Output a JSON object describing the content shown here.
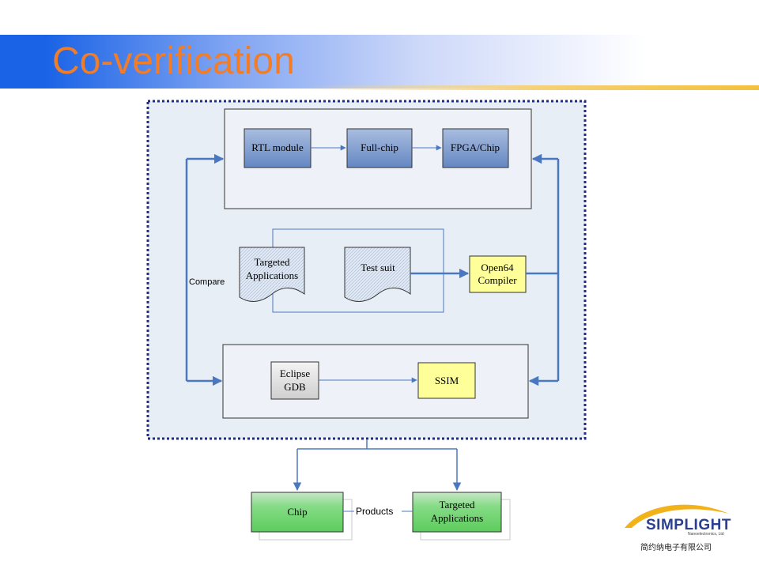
{
  "title": "Co-verification",
  "diagram": {
    "top_box": {
      "rtl_module": "RTL module",
      "full_chip": "Full-chip",
      "fpga_chip": "FPGA/Chip"
    },
    "middle": {
      "targeted_applications_line1": "Targeted",
      "targeted_applications_line2": "Applications",
      "test_suit": "Test suit",
      "open64_line1": "Open64",
      "open64_line2": "Compiler"
    },
    "bottom_box": {
      "eclipse_line1": "Eclipse",
      "eclipse_line2": "GDB",
      "ssim": "SSIM"
    },
    "compare_label": "Compare",
    "products": {
      "chip": "Chip",
      "products_label": "Products",
      "targeted_line1": "Targeted",
      "targeted_line2": "Applications"
    }
  },
  "logo": {
    "name": "SIMPLIGHT",
    "subtitle": "Nanoelectronics, Ltd",
    "chinese": "简约纳电子有限公司"
  },
  "colors": {
    "title": "#f07d2a",
    "title_bar": "#1a63e6",
    "frame_fill": "#e8eef6",
    "frame_border": "#1a2a9a",
    "arrow": "#4a78c0",
    "blue_box": "#7e9bcc",
    "yellow_box": "#ffff99",
    "green_box": "#79d679"
  }
}
